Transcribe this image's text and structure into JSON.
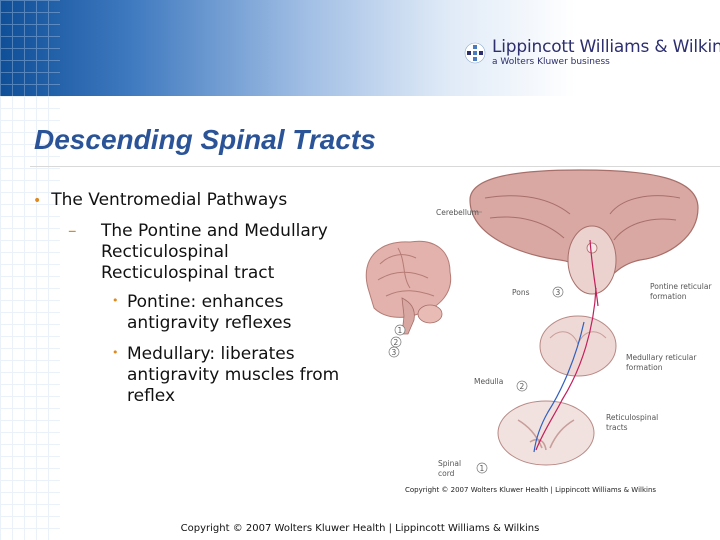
{
  "brand": {
    "name": "Lippincott Williams & Wilkins",
    "tagline": "a Wolters Kluwer business"
  },
  "slide": {
    "title": "Descending Spinal Tracts",
    "bullet": "The Ventromedial Pathways",
    "subbullet_dash": "–",
    "subbullet": "The Pontine and Medullary Recticulospinal Recticulospinal tract",
    "points": [
      "Pontine: enhances antigravity reflexes",
      "Medullary: liberates antigravity muscles from reflex"
    ]
  },
  "figure": {
    "labels": {
      "cerebellum": "Cerebellum",
      "pons": "Pons",
      "pontine_formation_1": "Pontine reticular",
      "pontine_formation_2": "formation",
      "medullary_formation_1": "Medullary reticular",
      "medullary_formation_2": "formation",
      "medulla": "Medulla",
      "reticulospinal_1": "Reticulospinal",
      "reticulospinal_2": "tracts",
      "spinal_1": "Spinal",
      "spinal_2": "cord"
    },
    "numbers": [
      "1",
      "2",
      "3",
      "3",
      "2",
      "1"
    ],
    "copyright": "Copyright © 2007 Wolters Kluwer Health | Lippincott Williams & Wilkins"
  },
  "footer": {
    "copyright": "Copyright © 2007 Wolters Kluwer Health | Lippincott Williams & Wilkins"
  },
  "colors": {
    "title": "#2a5497",
    "bullet": "#e08a1e",
    "brand": "#2d2f6e"
  }
}
